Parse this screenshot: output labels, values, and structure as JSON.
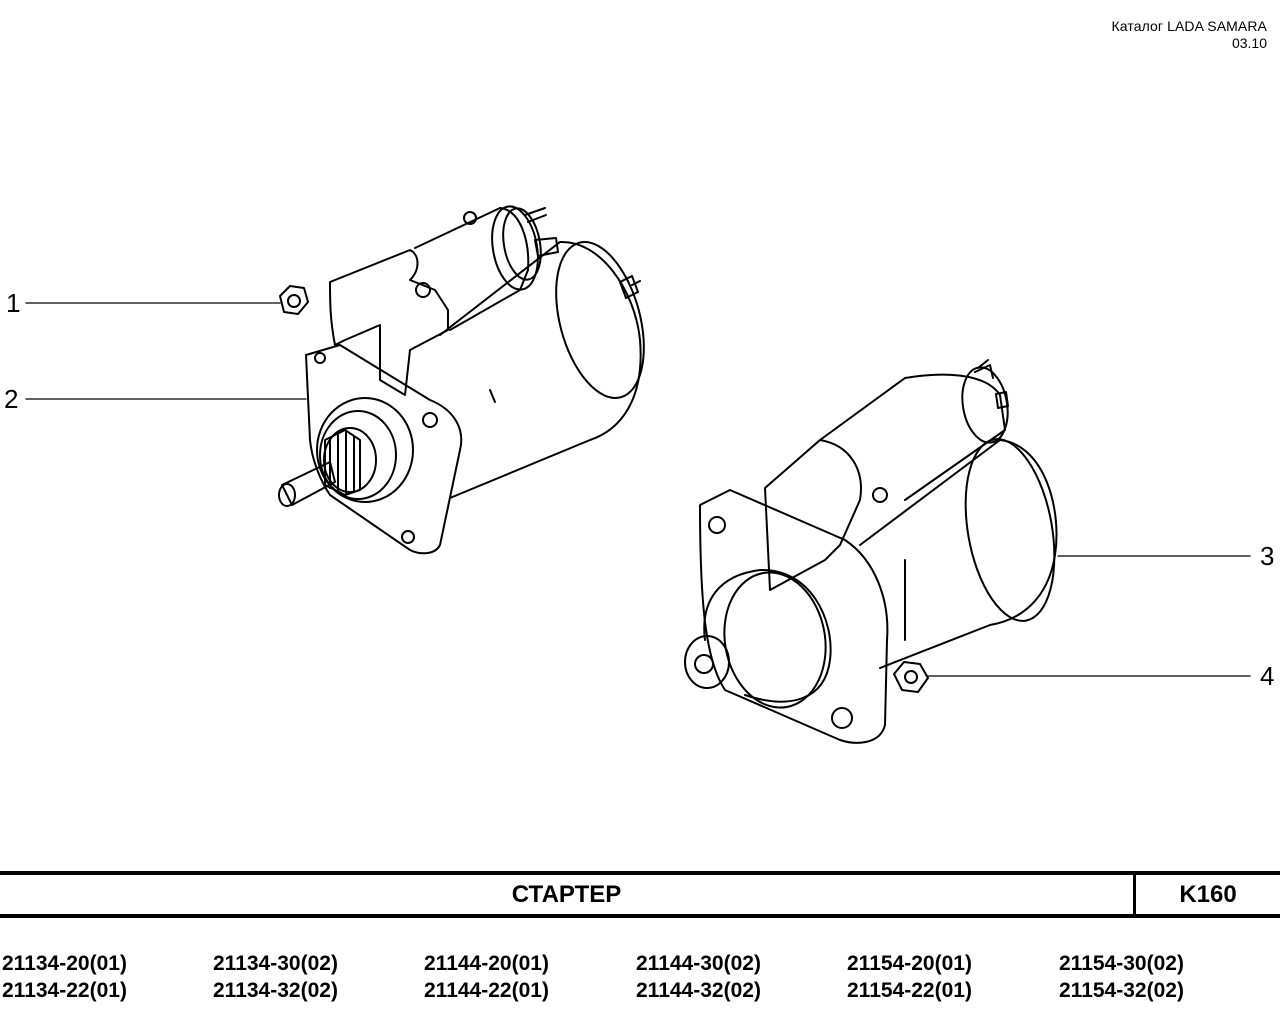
{
  "header": {
    "catalog": "Каталог  LADA SAMARA",
    "date": "03.10"
  },
  "callouts": [
    "1",
    "2",
    "3",
    "4"
  ],
  "title": {
    "name": "СТАРТЕР",
    "code": "K160"
  },
  "models": [
    [
      "21134-20(01)",
      "21134-30(02)",
      "21144-20(01)",
      "21144-30(02)",
      "21154-20(01)",
      "21154-30(02)"
    ],
    [
      "21134-22(01)",
      "21134-32(02)",
      "21144-22(01)",
      "21144-32(02)",
      "21154-22(01)",
      "21154-32(02)"
    ]
  ]
}
